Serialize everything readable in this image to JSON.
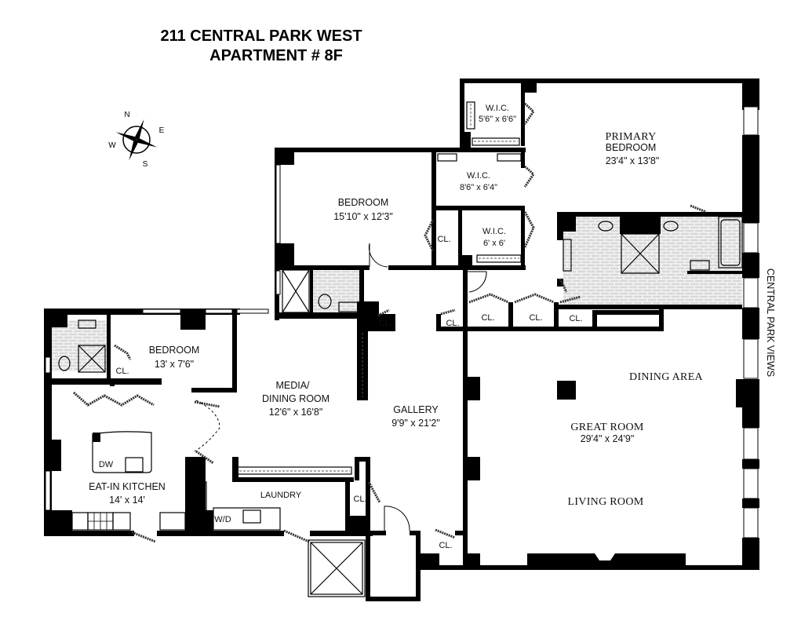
{
  "header": {
    "title_line1": "211 CENTRAL PARK WEST",
    "title_line2": "APARTMENT # 8F"
  },
  "compass": {
    "n": "N",
    "e": "E",
    "s": "S",
    "w": "W"
  },
  "orientation_label": "CENTRAL PARK VIEWS",
  "rooms": {
    "primary_bedroom": {
      "line1": "PRIMARY",
      "line2": "BEDROOM",
      "dims": "23'4\" x 13'8\""
    },
    "wic_1": {
      "name": "W.I.C.",
      "dims": "5'6\" x 6'6\""
    },
    "wic_2": {
      "name": "W.I.C.",
      "dims": "8'6\" x 6'4\""
    },
    "wic_3": {
      "name": "W.I.C.",
      "dims": "6' x 6'"
    },
    "bedroom_1": {
      "name": "BEDROOM",
      "dims": "15'10\" x 12'3\""
    },
    "bedroom_2": {
      "name": "BEDROOM",
      "dims": "13' x 7'6\""
    },
    "media_dining": {
      "line1": "MEDIA/",
      "line2": "DINING ROOM",
      "dims": "12'6\" x 16'8\""
    },
    "gallery": {
      "name": "GALLERY",
      "dims": "9'9\" x 21'2\""
    },
    "great_room": {
      "name": "GREAT ROOM",
      "dims": "29'4\" x 24'9\""
    },
    "dining_area": {
      "name": "DINING AREA"
    },
    "living_room": {
      "name": "LIVING ROOM"
    },
    "kitchen": {
      "name": "EAT-IN KITCHEN",
      "dims": "14' x 14'"
    },
    "laundry": {
      "name": "LAUNDRY"
    }
  },
  "closets": {
    "label": "CL."
  },
  "fixtures": {
    "dishwasher": "DW",
    "washer_dryer": "W/D"
  }
}
